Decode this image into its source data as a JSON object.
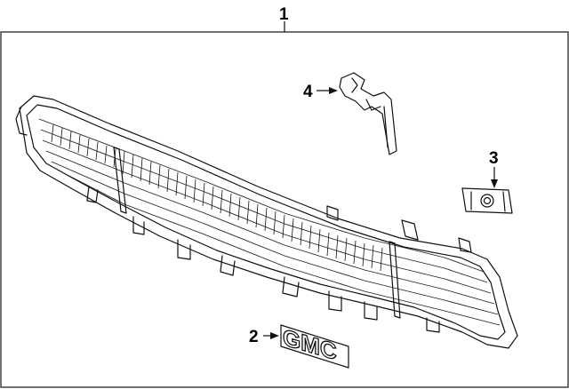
{
  "callouts": {
    "c1": "1",
    "c2": "2",
    "c3": "3",
    "c4": "4"
  },
  "emblem_text": "GMC",
  "colors": {
    "line": "#111111",
    "background": "#ffffff"
  }
}
